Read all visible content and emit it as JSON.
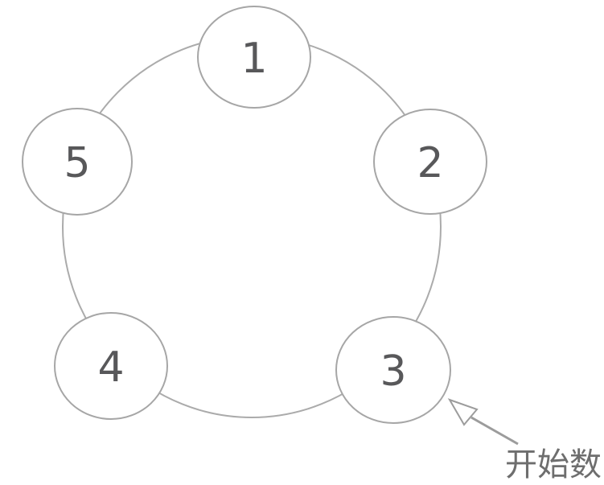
{
  "diagram": {
    "description": "Five numbered circles arranged on a ring; an arrow marks the starting circle",
    "colors": {
      "background": "#ffffff",
      "ring_stroke": "#ababab",
      "node_stroke": "#a6a6a6",
      "node_fill": "#ffffff",
      "digit": "#58585a",
      "arrow": "#9c9c9c",
      "arrow_fill": "#ffffff",
      "annotation_text": "#6e6e6e"
    },
    "nodes": [
      {
        "label": "1"
      },
      {
        "label": "2"
      },
      {
        "label": "3"
      },
      {
        "label": "4"
      },
      {
        "label": "5"
      }
    ],
    "annotation": {
      "label": "开始数",
      "target_node": "3"
    }
  }
}
